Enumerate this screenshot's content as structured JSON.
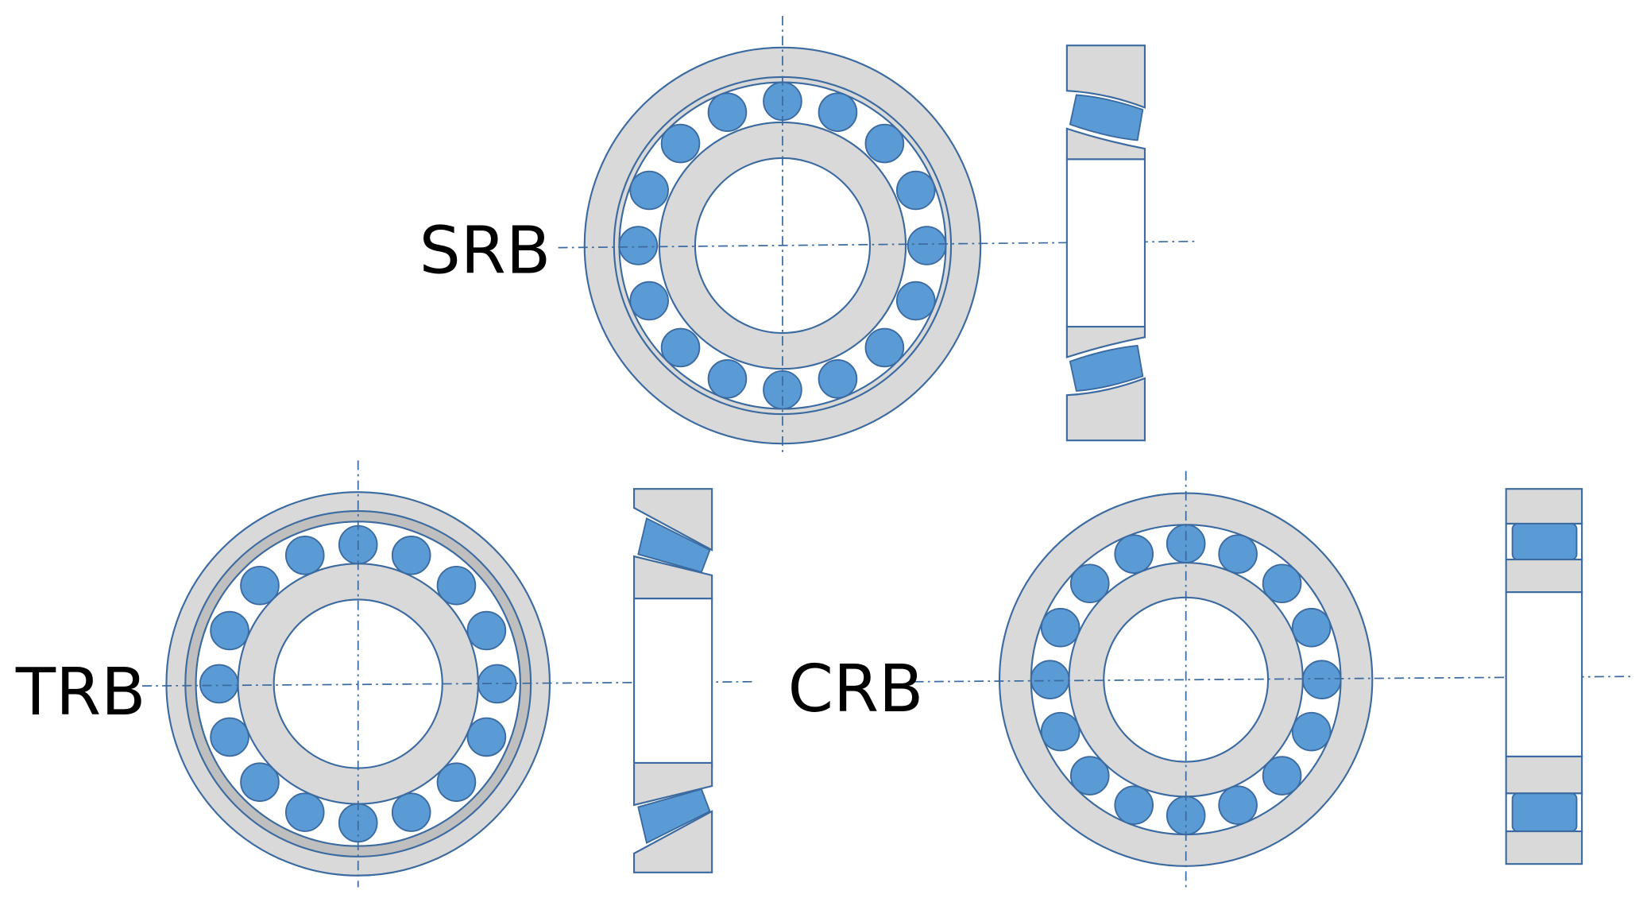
{
  "bearings": {
    "srb": {
      "label": "SRB",
      "roller_count": 16
    },
    "trb": {
      "label": "TRB",
      "roller_count": 16
    },
    "crb": {
      "label": "CRB",
      "roller_count": 16
    }
  },
  "colors": {
    "ring": "#d9d9d9",
    "roller": "#5b9bd5",
    "outline": "#3b6aa0",
    "cage": "#bfbfbf"
  }
}
